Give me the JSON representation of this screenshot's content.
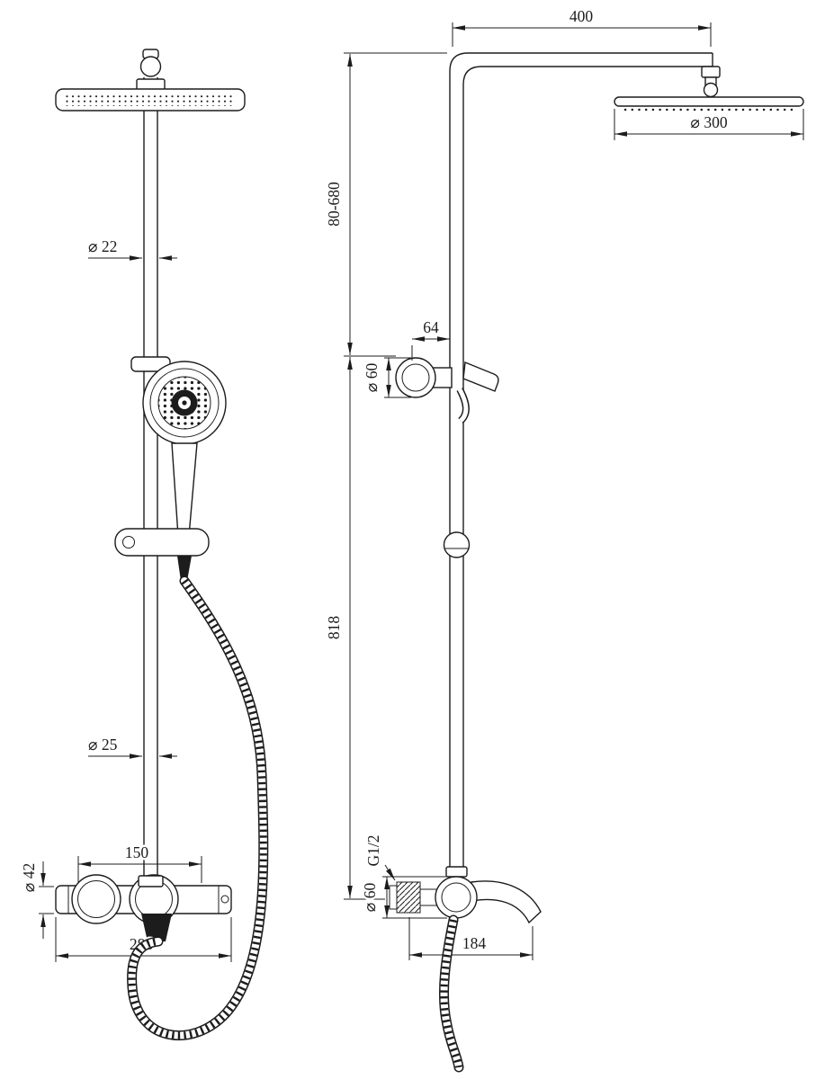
{
  "page": {
    "background": "#ffffff",
    "line_color": "#1c1c1c"
  },
  "dims": {
    "pipe_upper_diameter": "⌀ 22",
    "pipe_lower_diameter": "⌀ 25",
    "mixer_body_diameter": "⌀ 42",
    "handle_spacing": "150",
    "mixer_width": "286",
    "arm_length": "400",
    "head_diameter": "⌀ 300",
    "height_adjust_range": "80-680",
    "holder_offset": "64",
    "holder_diameter": "⌀ 60",
    "column_height": "818",
    "inlet_thread": "G1/2",
    "valve_diameter": "⌀ 60",
    "spout_reach": "184"
  }
}
